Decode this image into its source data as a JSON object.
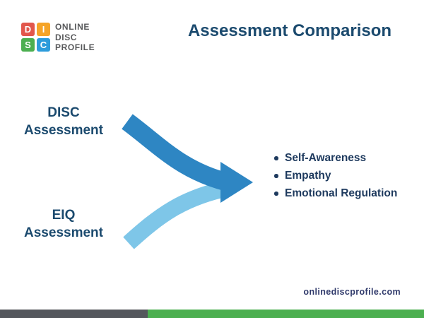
{
  "header": {
    "title": "Assessment Comparison"
  },
  "logo": {
    "squares": [
      {
        "letter": "D",
        "color": "#E2574C"
      },
      {
        "letter": "I",
        "color": "#F5A428"
      },
      {
        "letter": "S",
        "color": "#4CAF50"
      },
      {
        "letter": "C",
        "color": "#2D9CDB"
      }
    ],
    "lines": [
      "ONLINE",
      "DISC",
      "PROFILE"
    ]
  },
  "diagram": {
    "sources": [
      {
        "line1": "DISC",
        "line2": "Assessment",
        "arrow_color": "#2E86C3"
      },
      {
        "line1": "EIQ",
        "line2": "Assessment",
        "arrow_color": "#7EC6E8"
      }
    ],
    "outcomes": [
      "Self-Awareness",
      "Empathy",
      "Emotional Regulation"
    ]
  },
  "footer": {
    "website": "onlinediscprofile.com",
    "bar_left_color": "#54575C",
    "bar_right_color": "#4CAF50"
  },
  "colors": {
    "title": "#1B4A6E",
    "label": "#1B4A6E",
    "outcome_text": "#1E3A5E",
    "website": "#303A6B",
    "logo_text": "#58595B",
    "background": "#FFFFFF"
  }
}
